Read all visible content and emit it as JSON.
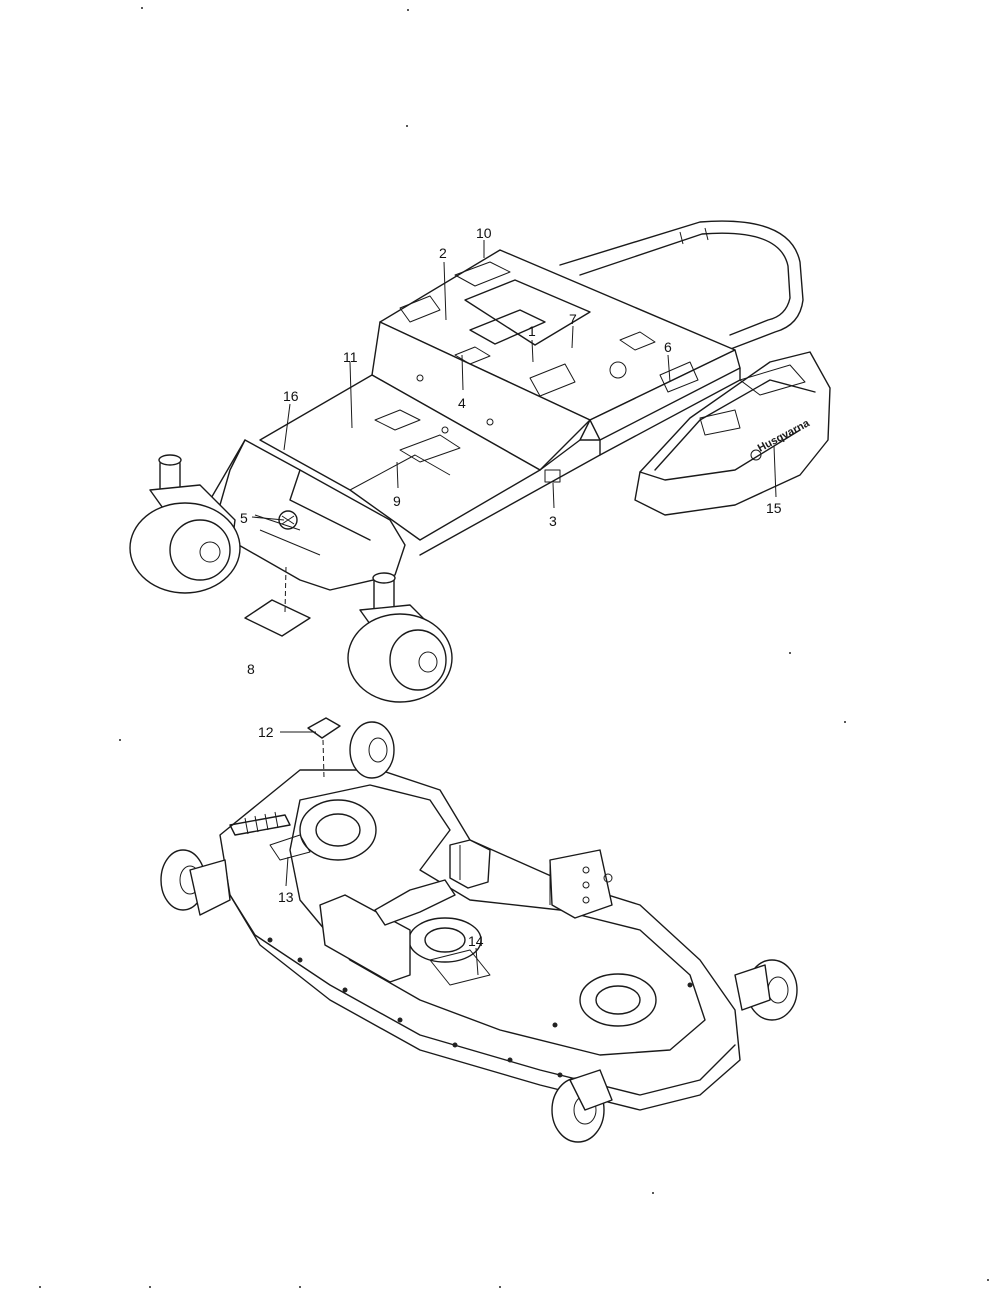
{
  "diagram": {
    "callouts": [
      {
        "id": "c1",
        "label": "1"
      },
      {
        "id": "c2",
        "label": "2"
      },
      {
        "id": "c3",
        "label": "3"
      },
      {
        "id": "c4",
        "label": "4"
      },
      {
        "id": "c5",
        "label": "5"
      },
      {
        "id": "c6",
        "label": "6"
      },
      {
        "id": "c7",
        "label": "7"
      },
      {
        "id": "c8",
        "label": "8"
      },
      {
        "id": "c9",
        "label": "9"
      },
      {
        "id": "c10",
        "label": "10"
      },
      {
        "id": "c11",
        "label": "11"
      },
      {
        "id": "c12",
        "label": "12"
      },
      {
        "id": "c13",
        "label": "13"
      },
      {
        "id": "c14",
        "label": "14"
      },
      {
        "id": "c15",
        "label": "15"
      },
      {
        "id": "c16",
        "label": "16"
      }
    ],
    "brand_text": "Husqvarna",
    "colors": {
      "ink": "#1a1a1a",
      "paper": "#ffffff"
    }
  }
}
